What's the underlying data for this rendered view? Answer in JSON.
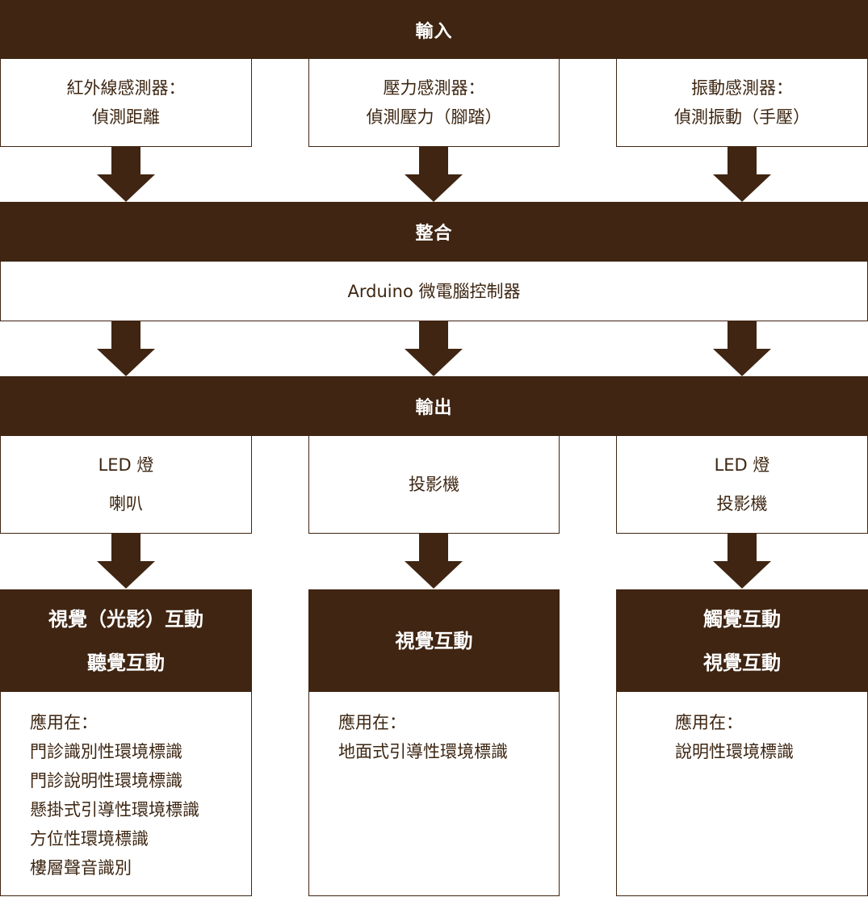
{
  "colors": {
    "primary": "#3f2512",
    "text": "#3d2612",
    "background": "#ffffff"
  },
  "input": {
    "header": "輸入",
    "sensors": [
      {
        "line1": "紅外線感測器：",
        "line2": "偵測距離"
      },
      {
        "line1": "壓力感測器：",
        "line2": "偵測壓力（腳踏）"
      },
      {
        "line1": "振動感測器：",
        "line2": "偵測振動（手壓）"
      }
    ]
  },
  "integration": {
    "header": "整合",
    "controller": "Arduino 微電腦控制器"
  },
  "output": {
    "header": "輸出",
    "devices": [
      {
        "line1": "LED 燈",
        "line2": "喇叭"
      },
      {
        "line1": "投影機"
      },
      {
        "line1": "LED 燈",
        "line2": "投影機"
      }
    ]
  },
  "results": [
    {
      "title_lines": [
        "視覺（光影）互動",
        "聽覺互動"
      ],
      "applied_label": "應用在：",
      "items": [
        "門診識別性環境標識",
        "門診說明性環境標識",
        "懸掛式引導性環境標識",
        "方位性環境標識",
        "樓層聲音識別"
      ]
    },
    {
      "title_lines": [
        "視覺互動"
      ],
      "applied_label": "應用在：",
      "items": [
        "地面式引導性環境標識"
      ]
    },
    {
      "title_lines": [
        "觸覺互動",
        "視覺互動"
      ],
      "applied_label": "應用在：",
      "items": [
        "說明性環境標識"
      ]
    }
  ]
}
